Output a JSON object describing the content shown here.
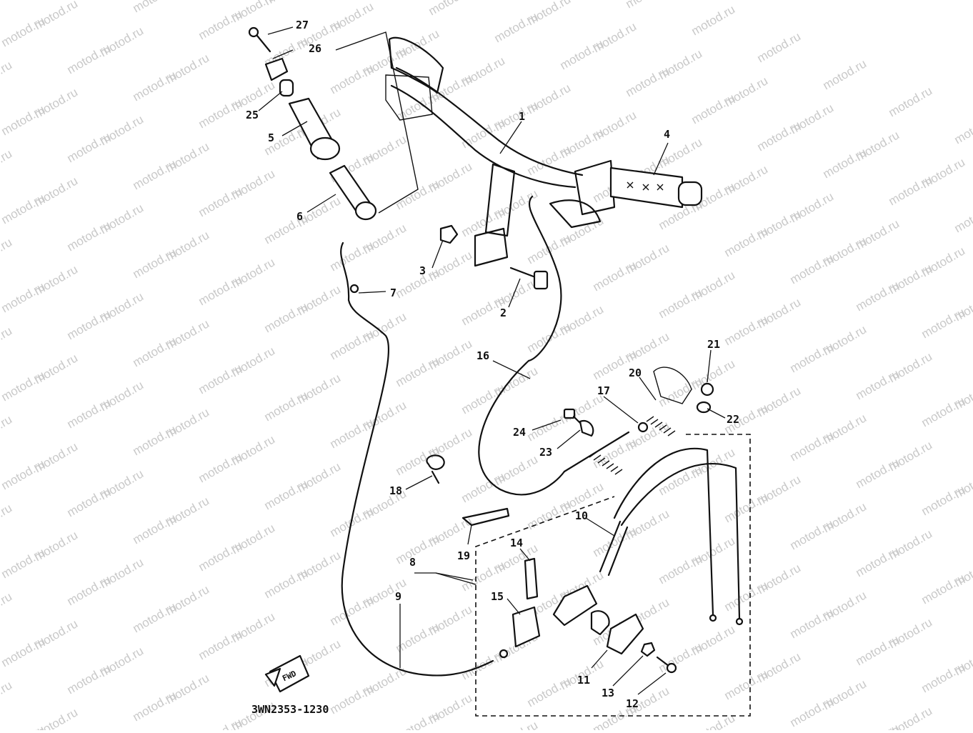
{
  "diagram": {
    "code": "3WN2353-1230",
    "direction_label": "FWD",
    "watermark": "motod.ru",
    "callouts": [
      {
        "id": "c1",
        "label": "1"
      },
      {
        "id": "c2",
        "label": "2"
      },
      {
        "id": "c3",
        "label": "3"
      },
      {
        "id": "c4",
        "label": "4"
      },
      {
        "id": "c5",
        "label": "5"
      },
      {
        "id": "c6",
        "label": "6"
      },
      {
        "id": "c7",
        "label": "7"
      },
      {
        "id": "c8",
        "label": "8"
      },
      {
        "id": "c9",
        "label": "9"
      },
      {
        "id": "c10",
        "label": "10"
      },
      {
        "id": "c11",
        "label": "11"
      },
      {
        "id": "c12",
        "label": "12"
      },
      {
        "id": "c13",
        "label": "13"
      },
      {
        "id": "c14",
        "label": "14"
      },
      {
        "id": "c15",
        "label": "15"
      },
      {
        "id": "c16",
        "label": "16"
      },
      {
        "id": "c17",
        "label": "17"
      },
      {
        "id": "c18",
        "label": "18"
      },
      {
        "id": "c19",
        "label": "19"
      },
      {
        "id": "c20",
        "label": "20"
      },
      {
        "id": "c21",
        "label": "21"
      },
      {
        "id": "c22",
        "label": "22"
      },
      {
        "id": "c23",
        "label": "23"
      },
      {
        "id": "c24",
        "label": "24"
      },
      {
        "id": "c25",
        "label": "25"
      },
      {
        "id": "c26",
        "label": "26"
      },
      {
        "id": "c27",
        "label": "27"
      }
    ]
  }
}
